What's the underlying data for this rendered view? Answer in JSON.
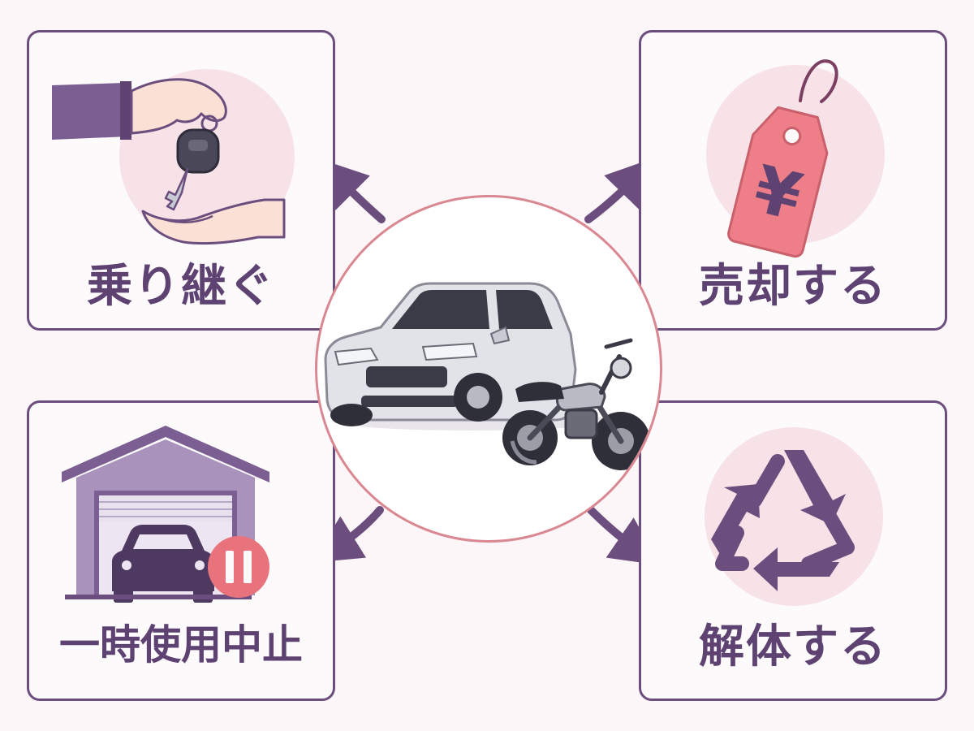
{
  "options": [
    {
      "id": "tl",
      "label": "乗り継ぐ",
      "icon": "hand-key-icon"
    },
    {
      "id": "tr",
      "label": "売却する",
      "icon": "yen-price-tag-icon",
      "tag_symbol": "¥"
    },
    {
      "id": "bl",
      "label": "一時使用中止",
      "icon": "garage-pause-icon"
    },
    {
      "id": "br",
      "label": "解体する",
      "icon": "recycle-icon"
    }
  ],
  "center": {
    "icon": "car-and-motorcycle-icon"
  },
  "colors": {
    "primary": "#6b4e7e",
    "text": "#5e4272",
    "accent_pink": "#e9737d",
    "soft_pink": "#f7e2e7",
    "hub_border": "#d98790",
    "background": "#fcf6f8"
  }
}
